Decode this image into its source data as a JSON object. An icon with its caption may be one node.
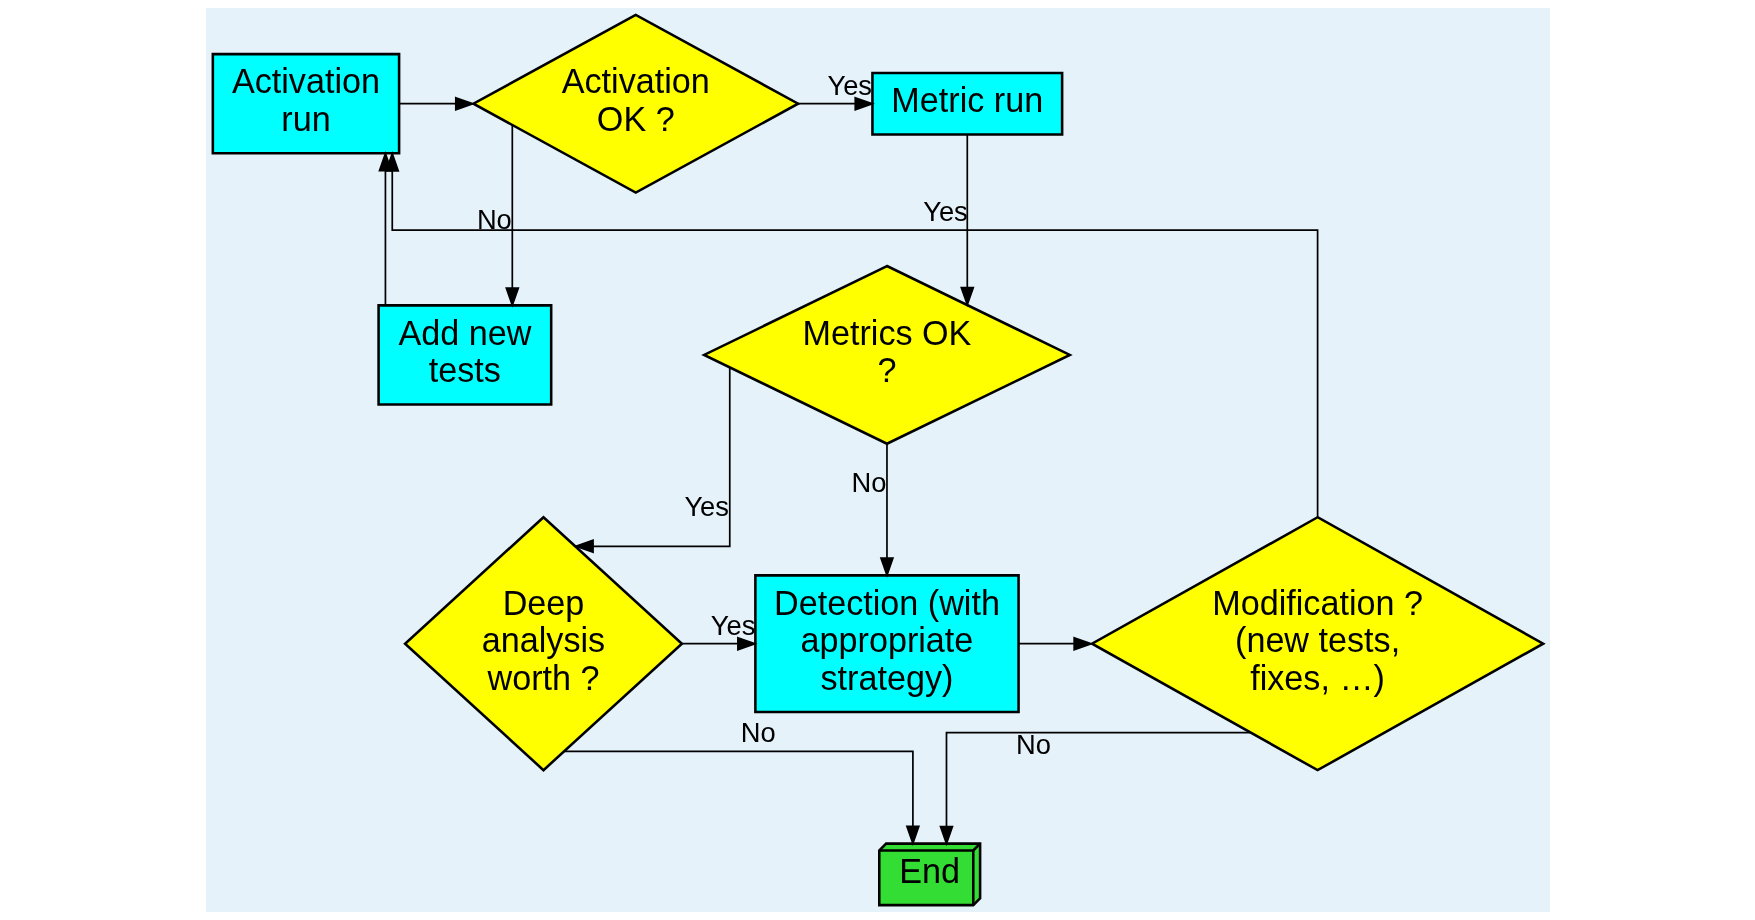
{
  "diagram": {
    "nodes": [
      {
        "text": [
          "Activation run"
        ]
      },
      {
        "text": [
          "Activation OK ?"
        ]
      },
      {
        "text": [
          "Metric run"
        ]
      },
      {
        "text": [
          "Add new tests"
        ]
      },
      {
        "text": [
          "Metrics OK ?"
        ]
      },
      {
        "text": [
          "Deep analysis worth ?"
        ]
      },
      {
        "text": [
          "Modification ? (new tests, fixes, …)"
        ]
      },
      {
        "text": [
          "Detection (with appropriate strategy)"
        ]
      },
      {
        "text": [
          "End"
        ]
      }
    ],
    "edges": [
      {
        "from": 0,
        "to": 1,
        "arrow": "to"
      },
      {
        "from": 1,
        "to": 2,
        "arrow": "to",
        "label": "Yes"
      },
      {
        "from": 1,
        "to": 3,
        "arrow": "to",
        "label": "No"
      },
      {
        "from": 3,
        "to": 0,
        "arrow": "to"
      },
      {
        "from": 2,
        "to": 4,
        "arrow": "to"
      },
      {
        "from": 4,
        "to": 5,
        "arrow": "to",
        "label": "Yes"
      },
      {
        "from": 4,
        "to": 7,
        "arrow": "to",
        "label": "No"
      },
      {
        "from": 5,
        "to": 7,
        "arrow": "to",
        "label": "Yes"
      },
      {
        "from": 5,
        "to": 8,
        "arrow": "to",
        "label": "No"
      },
      {
        "from": 7,
        "to": 6,
        "arrow": "to"
      },
      {
        "from": 6,
        "to": 0,
        "arrow": "to",
        "label": "Yes"
      },
      {
        "from": 6,
        "to": 8,
        "arrow": "to",
        "label": "No"
      }
    ]
  }
}
